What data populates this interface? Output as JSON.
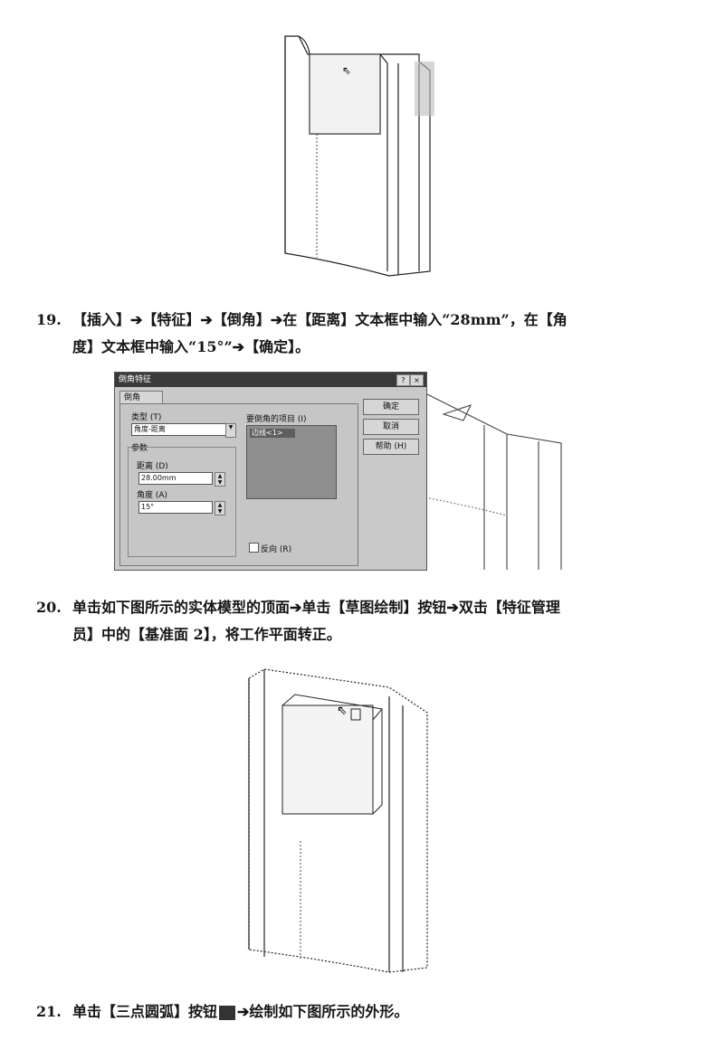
{
  "steps": [
    {
      "number": "19.",
      "line1": "【插入】➔【特征】➔【倒角】➔在【距离】文本框中输入“28mm”，在【角",
      "line2": "度】文本框中输入“15°”➔【确定】。"
    },
    {
      "number": "20.",
      "line1": "单击如下图所示的实体模型的顶面➔单击【草图绘制】按钮➔双击【特征管理",
      "line2": "员】中的【基准面 2】，将工作平面转正。"
    },
    {
      "number": "21.",
      "line1": "单击【三点圆弧】按钮",
      "line2": "➔绘制如下图所示的外形。"
    }
  ],
  "dialog": {
    "title": "倒角特征",
    "help_btn": "?",
    "close_btn": "×",
    "tab": "倒角",
    "type_label": "类型 (T)",
    "type_value": "角度-距离",
    "params_label": "参数",
    "distance_label": "距离 (D)",
    "distance_value": "28.00mm",
    "angle_label": "角度 (A)",
    "angle_value": "15°",
    "items_label": "要倒角的项目 (I)",
    "items_value": "边线<1>",
    "reverse_label": "反向 (R)",
    "ok_button": "确定",
    "cancel_button": "取消",
    "help_button": "帮助 (H)"
  }
}
